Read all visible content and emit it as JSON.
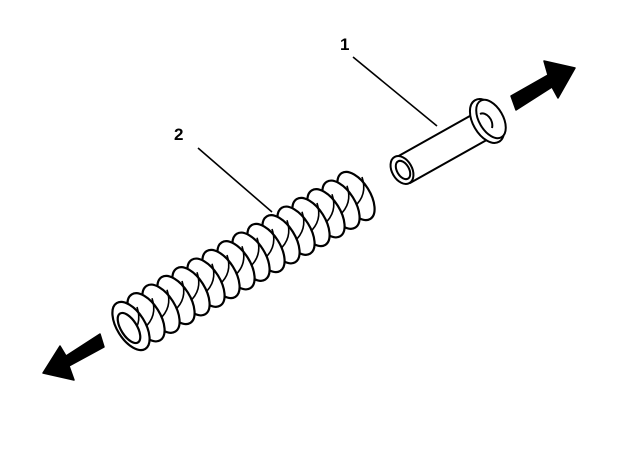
{
  "callouts": [
    {
      "id": "1",
      "label": "1"
    },
    {
      "id": "2",
      "label": "2"
    }
  ],
  "colors": {
    "ink": "#000000",
    "paper": "#ffffff"
  },
  "icons": {
    "direction_right": "arrow-right-icon",
    "direction_left": "arrow-left-icon"
  }
}
